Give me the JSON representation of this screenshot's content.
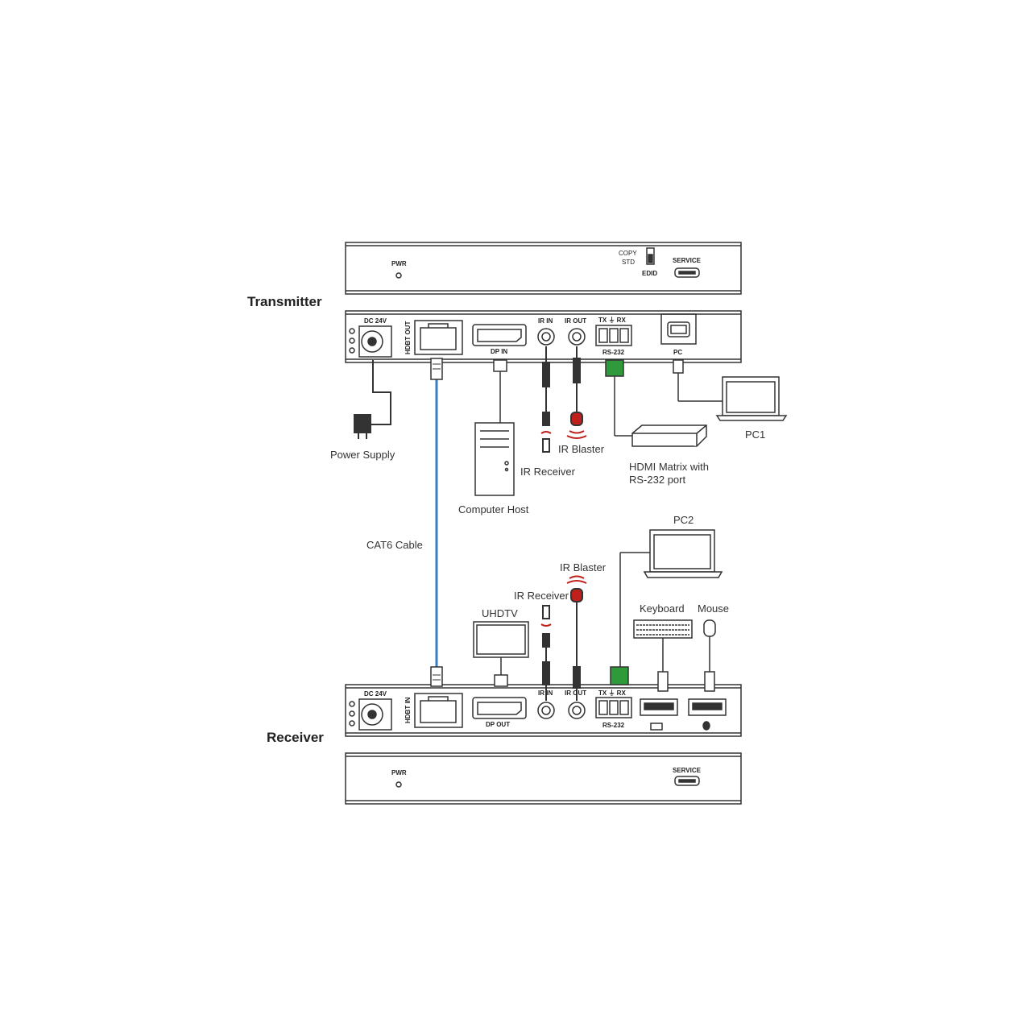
{
  "sections": {
    "transmitter": "Transmitter",
    "receiver": "Receiver"
  },
  "transmitter_front": {
    "pwr": "PWR",
    "copy": "COPY",
    "std": "STD",
    "edid": "EDID",
    "service": "SERVICE"
  },
  "transmitter_rear": {
    "dc": "DC 24V",
    "hdbt": "HDBT OUT",
    "dp": "DP IN",
    "ir_in": "IR IN",
    "ir_out": "IR OUT",
    "txrx": "TX ⏚ RX",
    "rs232": "RS-232",
    "pc": "PC"
  },
  "receiver_rear": {
    "dc": "DC 24V",
    "hdbt": "HDBT IN",
    "dp": "DP OUT",
    "ir_in": "IR IN",
    "ir_out": "IR OUT",
    "txrx": "TX ⏚ RX",
    "rs232": "RS-232"
  },
  "receiver_front": {
    "pwr": "PWR",
    "service": "SERVICE"
  },
  "labels": {
    "power_supply": "Power Supply",
    "computer_host": "Computer Host",
    "ir_receiver_top": "IR Receiver",
    "ir_blaster_top": "IR Blaster",
    "hdmi_matrix_1": "HDMI Matrix with",
    "hdmi_matrix_2": "RS-232 port",
    "pc1": "PC1",
    "cat6": "CAT6 Cable",
    "pc2": "PC2",
    "ir_blaster_bottom": "IR Blaster",
    "ir_receiver_bottom": "IR Receiver",
    "uhdtv": "UHDTV",
    "keyboard": "Keyboard",
    "mouse": "Mouse"
  },
  "colors": {
    "cable": "#3a7fc4",
    "terminal": "#2e9a3a",
    "ir_blaster": "#c0201c",
    "line": "#333333"
  }
}
